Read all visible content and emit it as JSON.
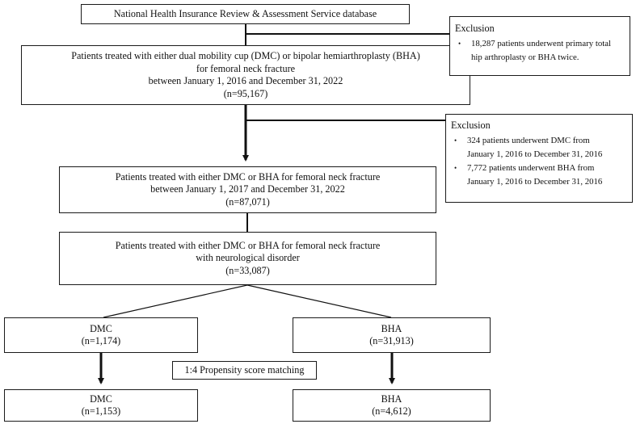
{
  "boxes": {
    "database": {
      "lines": [
        "National Health Insurance Review & Assessment Service database"
      ]
    },
    "initial": {
      "lines": [
        "Patients treated with either dual mobility cup (DMC) or bipolar hemiarthroplasty (BHA)",
        "for femoral neck fracture",
        "between January 1, 2016 and December 31, 2022",
        "(n=95,167)"
      ]
    },
    "period": {
      "lines": [
        "Patients treated with either DMC or BHA for femoral neck fracture",
        "between January 1, 2017 and December 31, 2022",
        "(n=87,071)"
      ]
    },
    "neuro": {
      "lines": [
        "Patients treated with either DMC or BHA for femoral neck fracture",
        "with neurological disorder",
        "(n=33,087)"
      ]
    },
    "dmc_pre": {
      "lines": [
        "DMC",
        "(n=1,174)"
      ]
    },
    "bha_pre": {
      "lines": [
        "BHA",
        "(n=31,913)"
      ]
    },
    "psm": {
      "lines": [
        "1:4 Propensity score matching"
      ]
    },
    "dmc_post": {
      "lines": [
        "DMC",
        "(n=1,153)"
      ]
    },
    "bha_post": {
      "lines": [
        "BHA",
        "(n=4,612)"
      ]
    }
  },
  "exclusions": [
    {
      "title": "Exclusion",
      "items": [
        {
          "lines": [
            "18,287 patients underwent primary total",
            "hip arthroplasty or BHA twice."
          ]
        }
      ]
    },
    {
      "title": "Exclusion",
      "items": [
        {
          "lines": [
            "324 patients underwent DMC from",
            "January 1, 2016 to December 31, 2016"
          ]
        },
        {
          "lines": [
            "7,772 patients underwent BHA from",
            "January 1, 2016 to December 31, 2016"
          ]
        }
      ]
    }
  ],
  "bullet_glyph": "•"
}
